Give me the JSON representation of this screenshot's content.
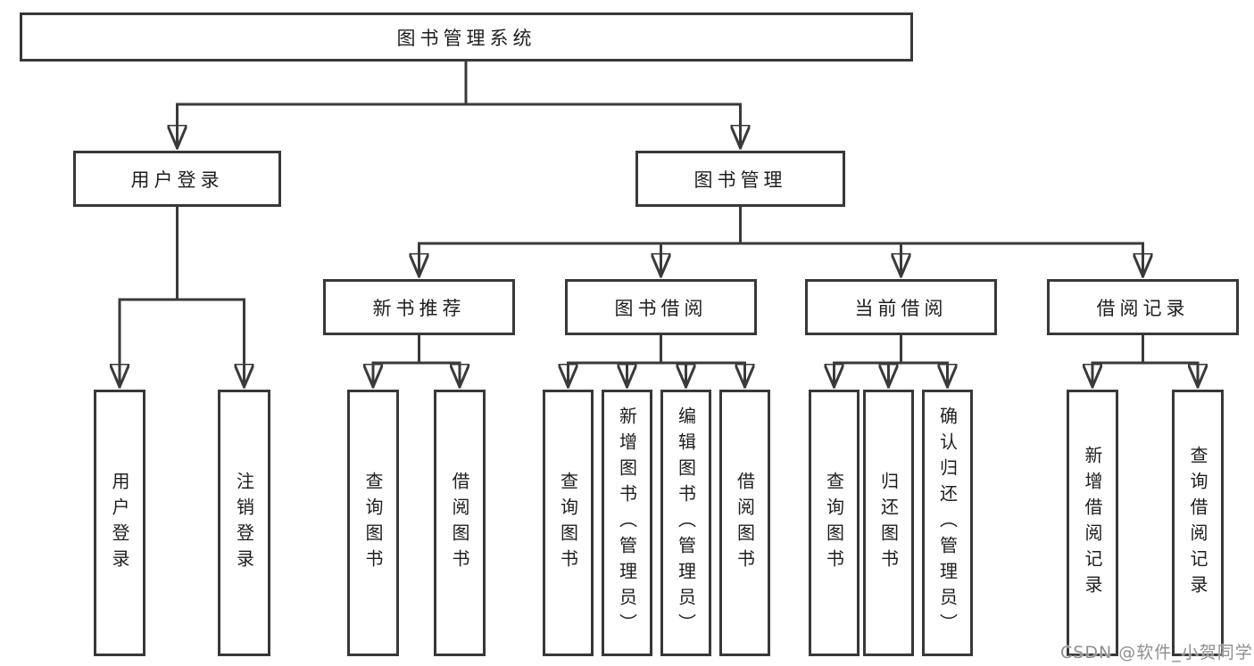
{
  "watermark": "CSDN @软件_小贺同学",
  "diagram": {
    "root": {
      "label": "图书管理系统"
    },
    "branches": [
      {
        "label": "用户登录",
        "leaves": [
          {
            "label": "用户登录"
          },
          {
            "label": "注销登录"
          }
        ]
      },
      {
        "label": "图书管理",
        "groups": [
          {
            "label": "新书推荐",
            "leaves": [
              {
                "label": "查询图书"
              },
              {
                "label": "借阅图书"
              }
            ]
          },
          {
            "label": "图书借阅",
            "leaves": [
              {
                "label": "查询图书"
              },
              {
                "label": "新增图书（管理员）"
              },
              {
                "label": "编辑图书（管理员）"
              },
              {
                "label": "借阅图书"
              }
            ]
          },
          {
            "label": "当前借阅",
            "leaves": [
              {
                "label": "查询图书"
              },
              {
                "label": "归还图书"
              },
              {
                "label": "确认归还（管理员）"
              }
            ]
          },
          {
            "label": "借阅记录",
            "leaves": [
              {
                "label": "新增借阅记录"
              },
              {
                "label": "查询借阅记录"
              }
            ]
          }
        ]
      }
    ]
  }
}
